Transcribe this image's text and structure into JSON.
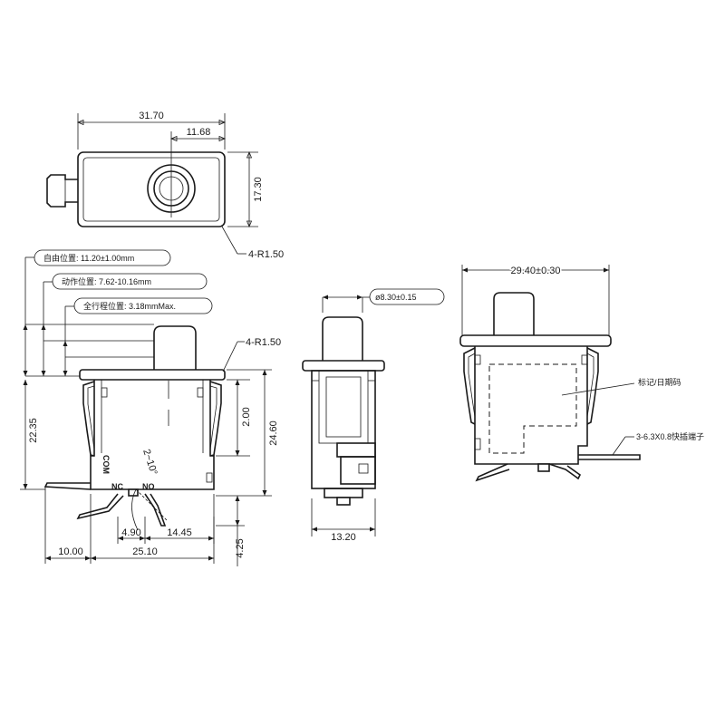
{
  "top_view": {
    "overall_width": "31.70",
    "hole_offset": "11.68",
    "height": "17.30",
    "corner_radius": "4-R1.50"
  },
  "front_view": {
    "free_position": "自由位置: 11.20±1.00mm",
    "operating_position": "动作位置: 7.62-10.16mm",
    "total_travel": "全行程位置: 3.18mmMax.",
    "corner_radius": "4-R1.50",
    "body_height": "22.35",
    "step_height": "2.00",
    "right_height": "24.60",
    "angle": "2~10°",
    "pin_gap": "4.90",
    "pin_span": "14.45",
    "left_ext": "10.00",
    "base_width": "25.10",
    "pin_length": "4.25",
    "terminal_com": "COM",
    "terminal_nc": "NC",
    "terminal_no": "NO"
  },
  "side_view": {
    "plunger_diameter": "ø8.30±0.15",
    "base_width": "13.20"
  },
  "rear_view": {
    "width": "29.40±0.30",
    "label_marking": "标记/日期码",
    "terminal_spec": "3-6.3X0.8快插端子"
  }
}
